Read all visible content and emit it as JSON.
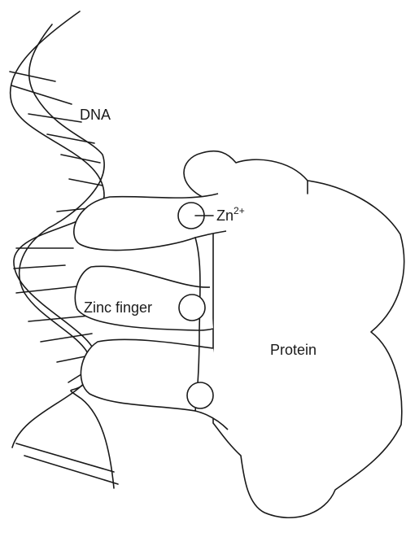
{
  "labels": {
    "dna": "DNA",
    "zn": "Zn",
    "zn_charge": "2+",
    "zinc_finger": "Zinc finger",
    "protein": "Protein"
  },
  "colors": {
    "stroke": "#1a1a1a",
    "background": "#ffffff"
  }
}
